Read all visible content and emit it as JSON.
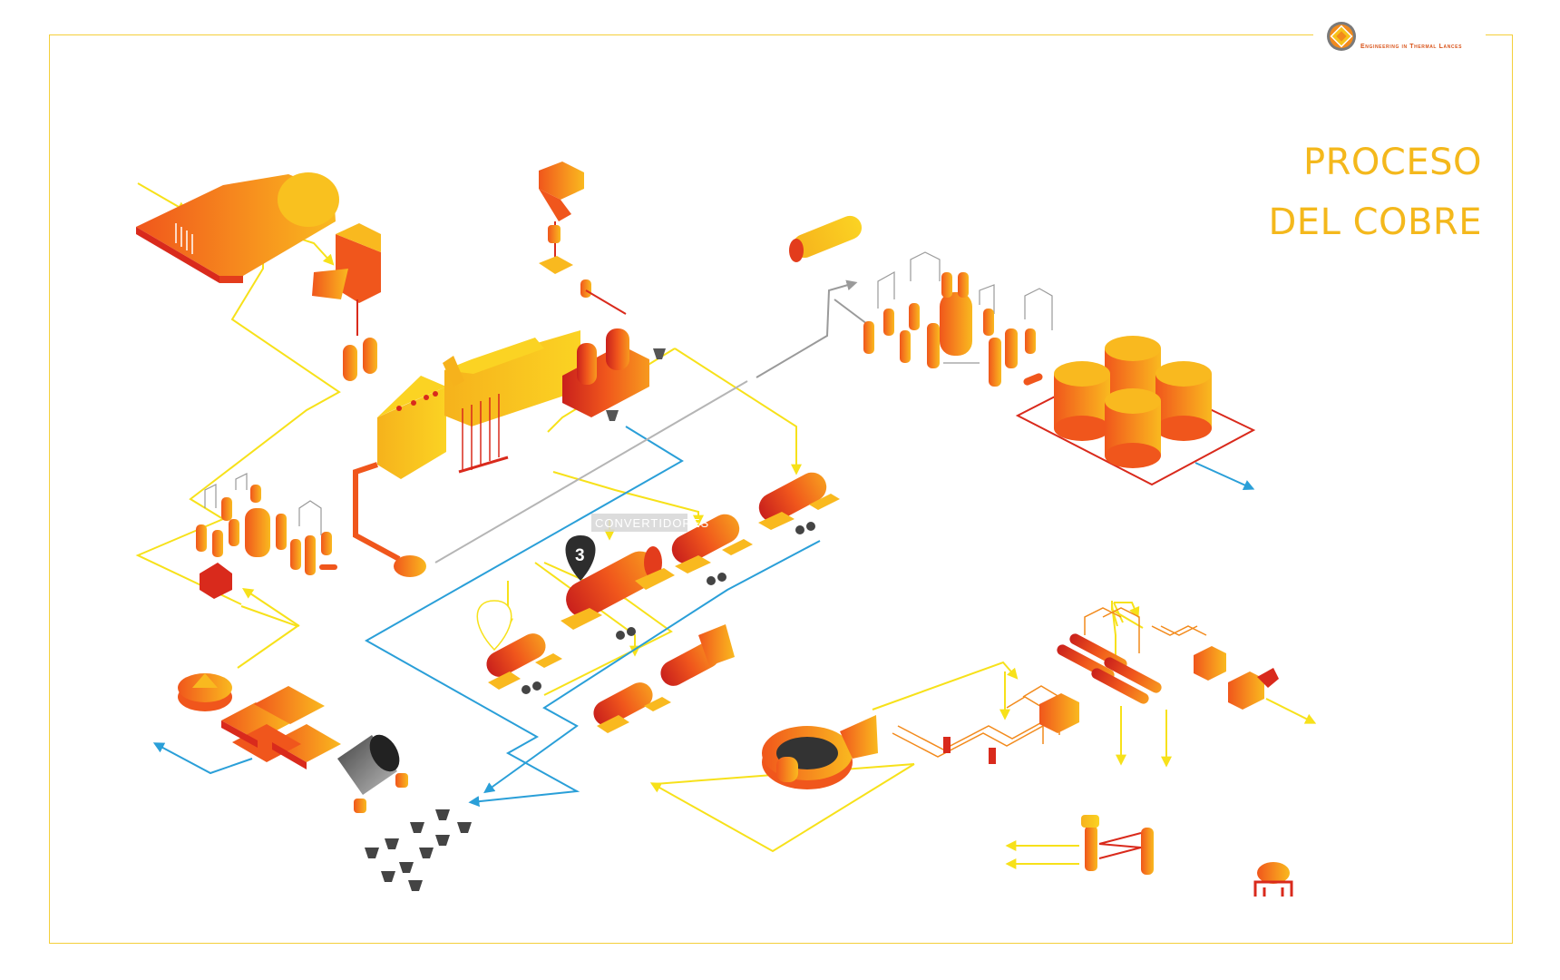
{
  "brand": {
    "tagline": "Engineering in Thermal Lances",
    "logo_icon": "diamond-badge-icon"
  },
  "title": {
    "line1": "PROCESO",
    "line2": "DEL COBRE"
  },
  "marker": {
    "number": "3",
    "label": "CONVERTIDORES"
  },
  "colors": {
    "frame": "#f4cf3a",
    "title": "#f4b81c",
    "flow_yellow": "#f7e11a",
    "flow_blue": "#2a9fd8",
    "flow_gray": "#9a9a9a",
    "equipment_orange": "#f2761c",
    "equipment_red": "#d92a1c",
    "marker_dark": "#2d2d2d"
  }
}
